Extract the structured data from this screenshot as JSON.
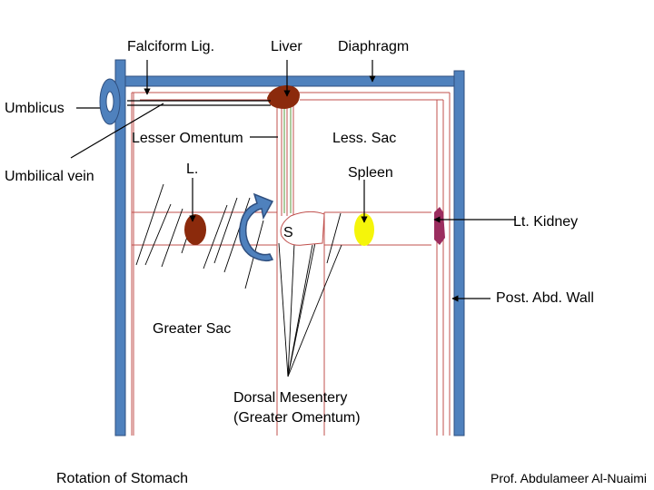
{
  "labels": {
    "falciform": "Falciform Lig.",
    "liver": "Liver",
    "diaphragm": "Diaphragm",
    "umblicus": "Umblicus",
    "lesser_omentum": "Lesser Omentum",
    "less_sac": "Less. Sac",
    "umbilical_vein": "Umbilical vein",
    "l": "L.",
    "spleen": "Spleen",
    "s": "S",
    "lt_kidney": "Lt. Kidney",
    "post_abd_wall": "Post. Abd. Wall",
    "greater_sac": "Greater Sac",
    "dorsal_mesentery_1": "Dorsal Mesentery",
    "dorsal_mesentery_2": "(Greater Omentum)",
    "title": "Rotation of Stomach",
    "author": "Prof. Abdulameer Al-Nuaimi"
  },
  "colors": {
    "wall_blue": "#4f81bd",
    "wall_blue_dark": "#2f4f7f",
    "liver_brown": "#8b2a0c",
    "spleen_yellow": "#f5f50a",
    "kidney_purple": "#9b2d5f",
    "membrane_red": "#c0504d",
    "line_black": "#000000"
  }
}
